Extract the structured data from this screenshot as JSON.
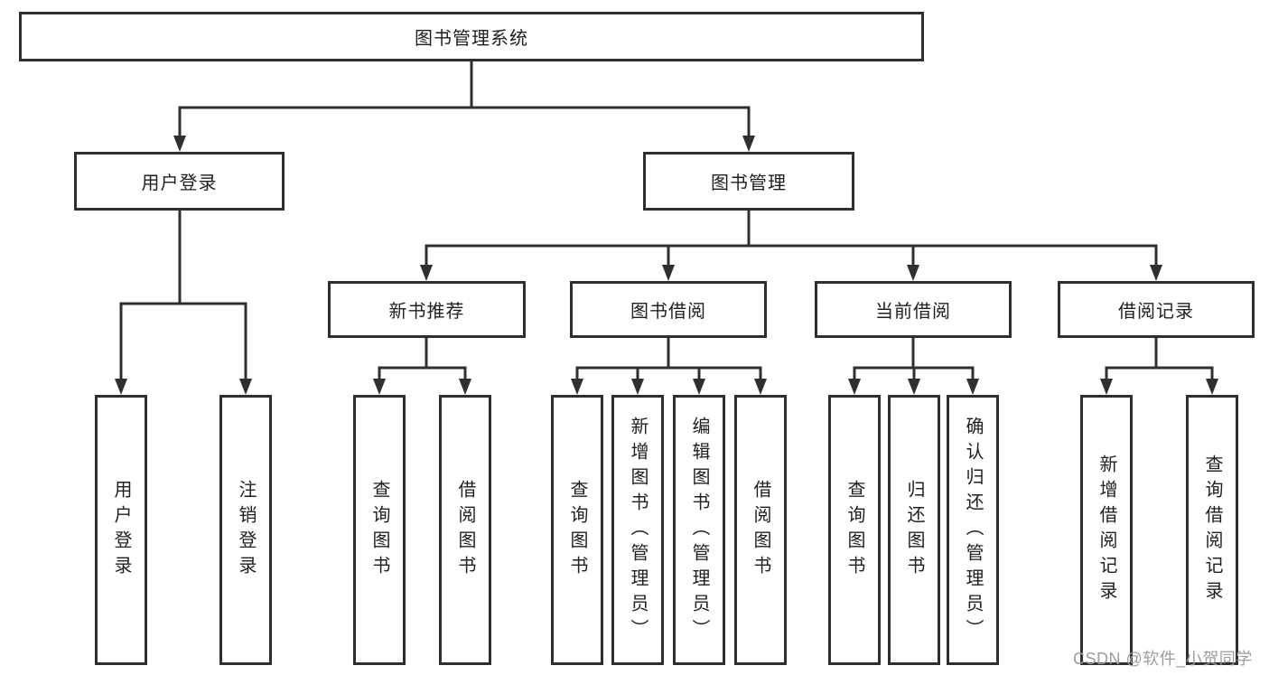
{
  "diagram": {
    "root": {
      "label": "图书管理系统"
    },
    "level2": [
      {
        "id": "user-login",
        "label": "用户登录"
      },
      {
        "id": "book-management",
        "label": "图书管理"
      }
    ],
    "level3": [
      {
        "id": "new-book-recommendation",
        "label": "新书推荐"
      },
      {
        "id": "book-borrowing",
        "label": "图书借阅"
      },
      {
        "id": "current-borrowing",
        "label": "当前借阅"
      },
      {
        "id": "borrowing-records",
        "label": "借阅记录"
      }
    ],
    "leaves": {
      "user_login": [
        {
          "label": "用户登录"
        },
        {
          "label": "注销登录"
        }
      ],
      "new_book": [
        {
          "label": "查询图书"
        },
        {
          "label": "借阅图书"
        }
      ],
      "book_borrowing": [
        {
          "label": "查询图书"
        },
        {
          "label": "新增图书（管理员）"
        },
        {
          "label": "编辑图书（管理员）"
        },
        {
          "label": "借阅图书"
        }
      ],
      "current_borrowing": [
        {
          "label": "查询图书"
        },
        {
          "label": "归还图书"
        },
        {
          "label": "确认归还（管理员）"
        }
      ],
      "borrowing_records": [
        {
          "label": "新增借阅记录"
        },
        {
          "label": "查询借阅记录"
        }
      ]
    }
  },
  "watermark": {
    "text": "CSDN @软件_小贺同学"
  },
  "colors": {
    "line": "#2f2f2f",
    "text": "#1f1f1f",
    "watermark": "#9d9d9d",
    "background": "#ffffff"
  }
}
